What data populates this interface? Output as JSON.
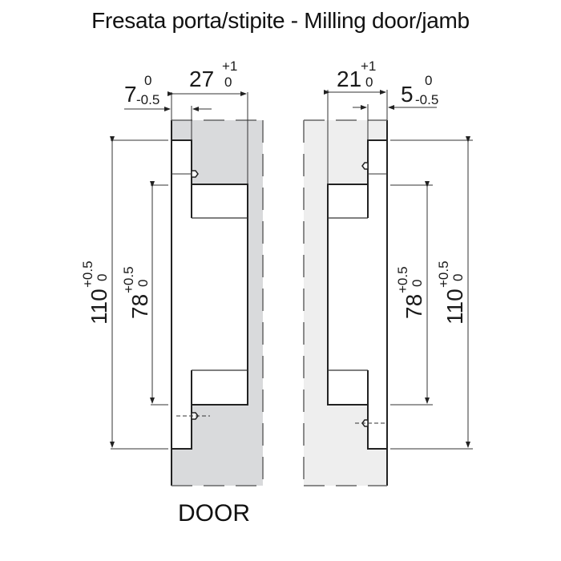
{
  "title": "Fresata porta/stipite - Milling door/jamb",
  "labels": {
    "door": "DOOR"
  },
  "colors": {
    "door_fill": "#d9dadc",
    "jamb_fill": "#eeeeee",
    "line": "#222222"
  },
  "dimensions": {
    "door_width": {
      "value": "27",
      "upper": "+1",
      "lower": "0"
    },
    "door_offset": {
      "value": "7",
      "upper": "0",
      "lower": "-0.5"
    },
    "jamb_width": {
      "value": "21",
      "upper": "+1",
      "lower": "0"
    },
    "jamb_offset": {
      "value": "5",
      "upper": "0",
      "lower": "-0.5"
    },
    "door_outer_height": {
      "value": "110",
      "upper": "+0.5",
      "lower": "0"
    },
    "door_inner_height": {
      "value": "78",
      "upper": "+0.5",
      "lower": "0"
    },
    "jamb_inner_height": {
      "value": "78",
      "upper": "+0.5",
      "lower": "0"
    },
    "jamb_outer_height": {
      "value": "110",
      "upper": "+0.5",
      "lower": "0"
    }
  }
}
